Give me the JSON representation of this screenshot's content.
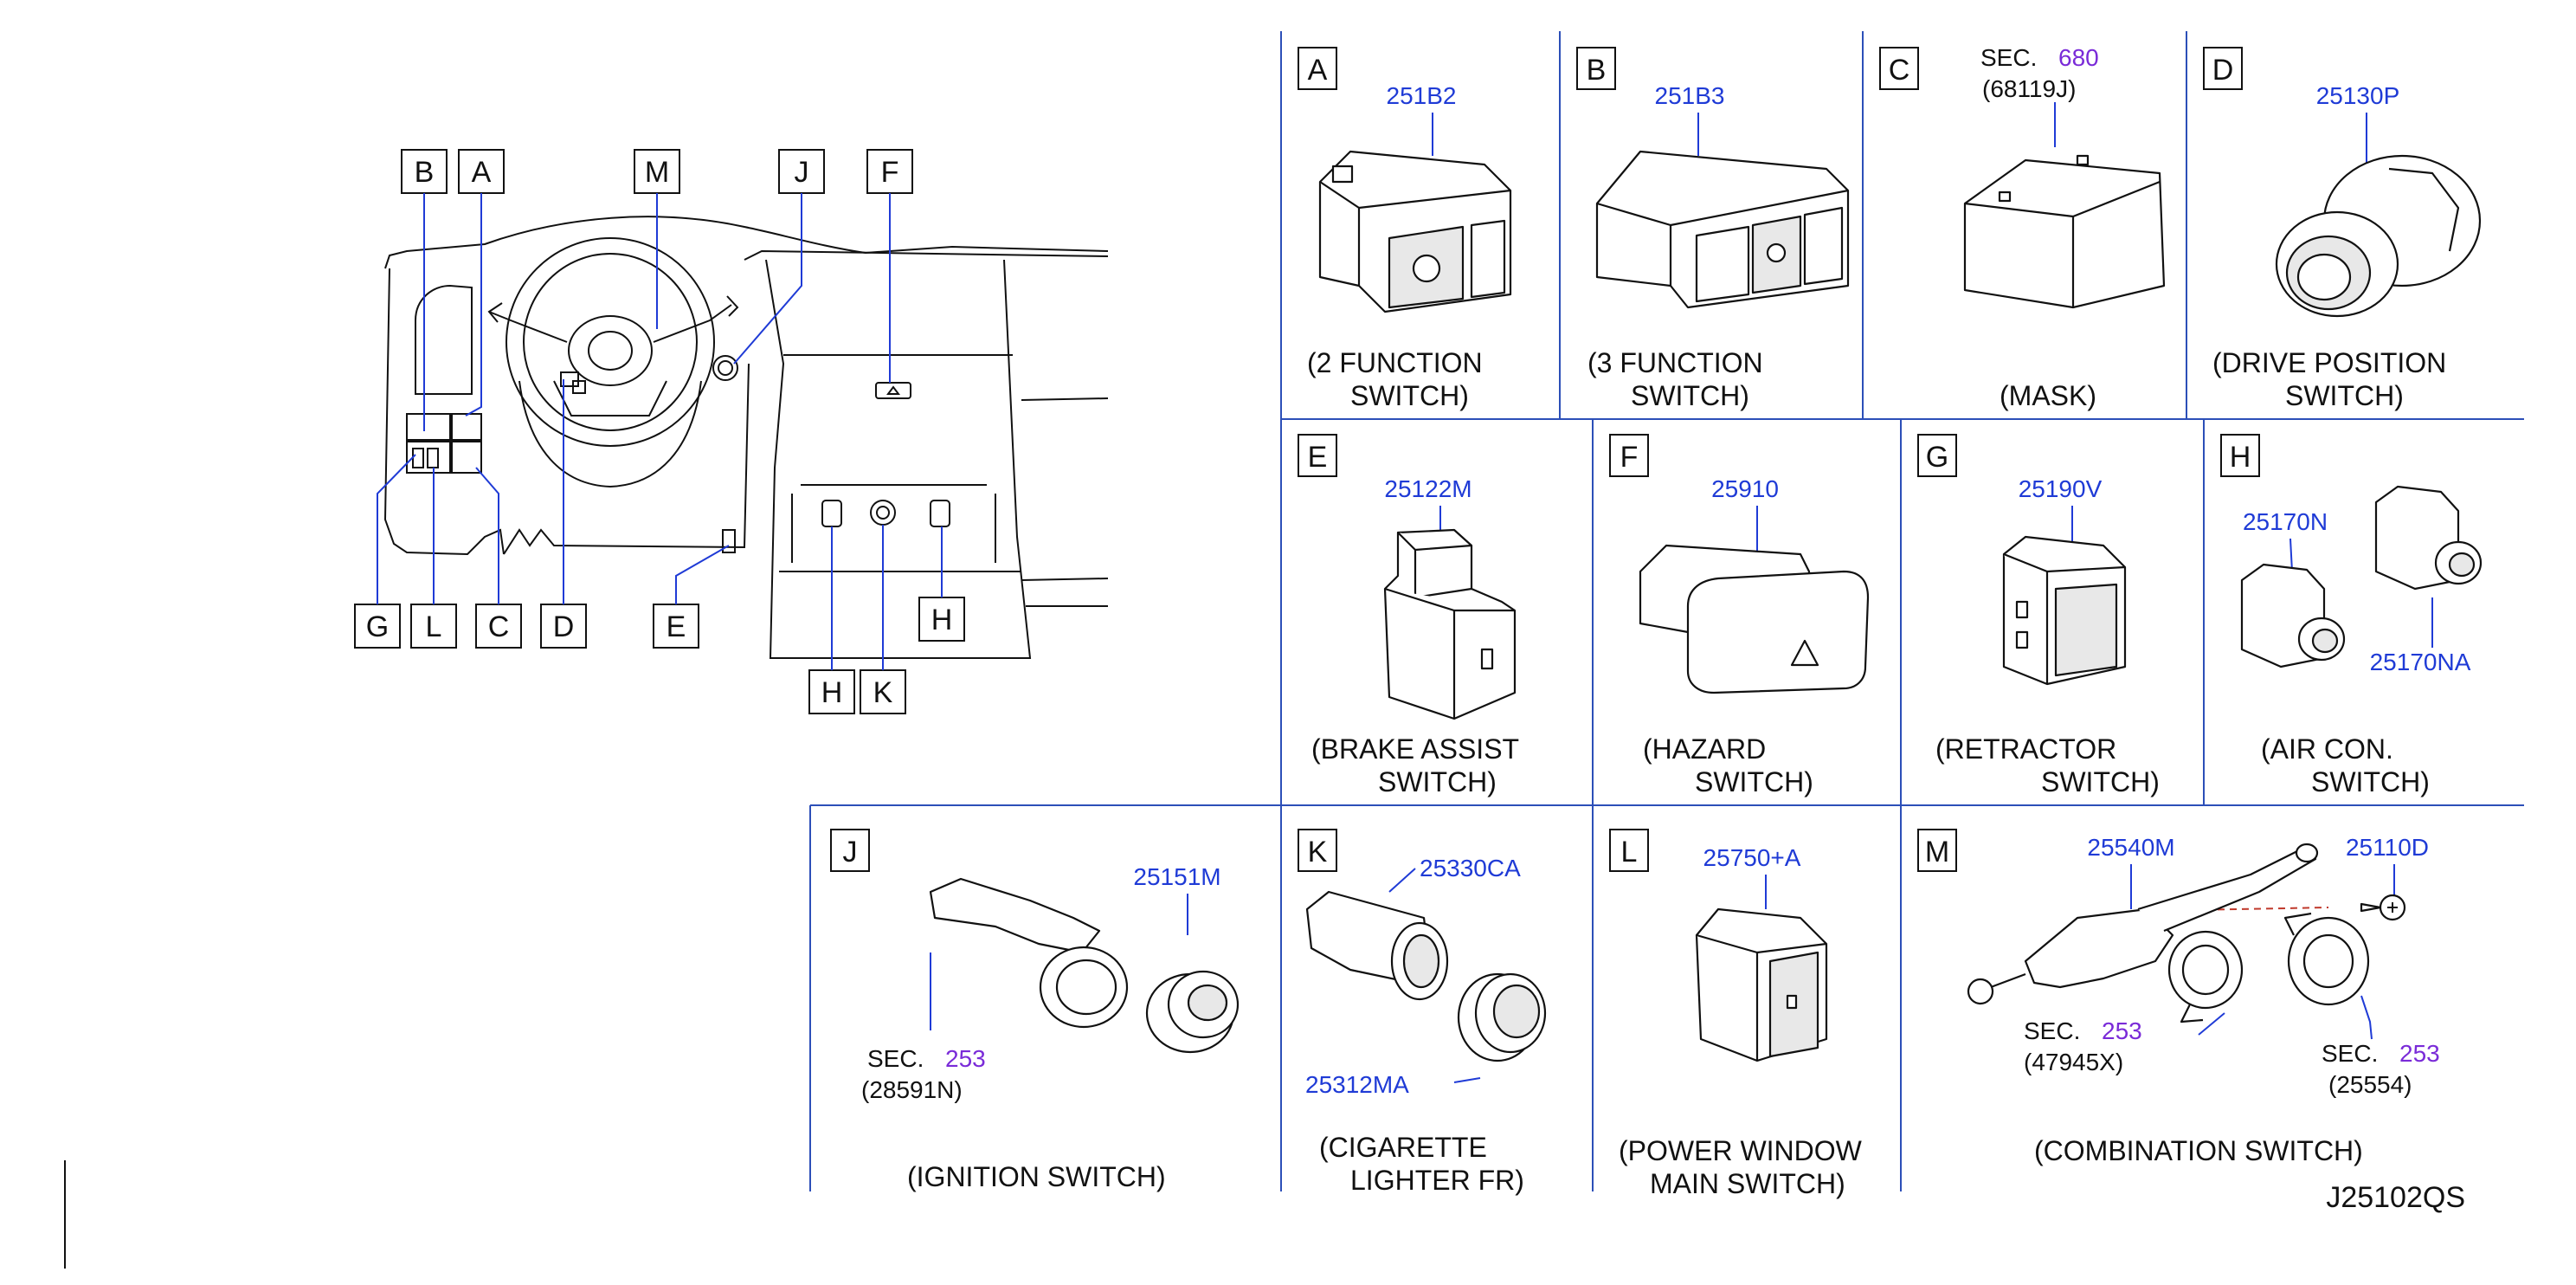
{
  "overview": {
    "callouts": [
      "A",
      "B",
      "C",
      "D",
      "E",
      "F",
      "G",
      "H",
      "J",
      "K",
      "L",
      "M"
    ]
  },
  "cells": {
    "A": {
      "letter": "A",
      "part_number": "251B2",
      "caption_line1": "(2   FUNCTION",
      "caption_line2": "SWITCH)"
    },
    "B": {
      "letter": "B",
      "part_number": "251B3",
      "caption_line1": "(3   FUNCTION",
      "caption_line2": "SWITCH)"
    },
    "C": {
      "letter": "C",
      "sec_label": "SEC.",
      "sec_number": "680",
      "sec_ref": "(68119J)",
      "caption_line1": "(MASK)"
    },
    "D": {
      "letter": "D",
      "part_number": "25130P",
      "caption_line1": "(DRIVE    POSITION",
      "caption_line2": "SWITCH)"
    },
    "E": {
      "letter": "E",
      "part_number": "25122M",
      "caption_line1": "(BRAKE    ASSIST",
      "caption_line2": "SWITCH)"
    },
    "F": {
      "letter": "F",
      "part_number": "25910",
      "caption_line1": "(HAZARD",
      "caption_line2": "SWITCH)"
    },
    "G": {
      "letter": "G",
      "part_number": "25190V",
      "caption_line1": "(RETRACTOR",
      "caption_line2": "SWITCH)"
    },
    "H": {
      "letter": "H",
      "part_number_1": "25170N",
      "part_number_2": "25170NA",
      "caption_line1": "(AIR    CON.",
      "caption_line2": "SWITCH)"
    },
    "J": {
      "letter": "J",
      "part_number": "25151M",
      "sec_label": "SEC.",
      "sec_number": "253",
      "sec_ref": "(28591N)",
      "caption_line1": "(IGNITION    SWITCH)"
    },
    "K": {
      "letter": "K",
      "part_number_1": "25330CA",
      "part_number_2": "25312MA",
      "caption_line1": "(CIGARETTE",
      "caption_line2": "LIGHTER    FR)"
    },
    "L": {
      "letter": "L",
      "part_number": "25750+A",
      "caption_line1": "(POWER    WINDOW",
      "caption_line2": "MAIN    SWITCH)"
    },
    "M": {
      "letter": "M",
      "part_number_1": "25540M",
      "part_number_2": "25110D",
      "sec1_label": "SEC.",
      "sec1_number": "253",
      "sec1_ref": "(47945X)",
      "sec2_label": "SEC.",
      "sec2_number": "253",
      "sec2_ref": "(25554)",
      "caption_line1": "(COMBINATION    SWITCH)"
    }
  },
  "drawing_code": "J25102QS",
  "colors": {
    "part_number": "#1f3bd6",
    "section_number": "#7a2bd8",
    "grid": "#2c4fb8",
    "line": "#111111"
  }
}
